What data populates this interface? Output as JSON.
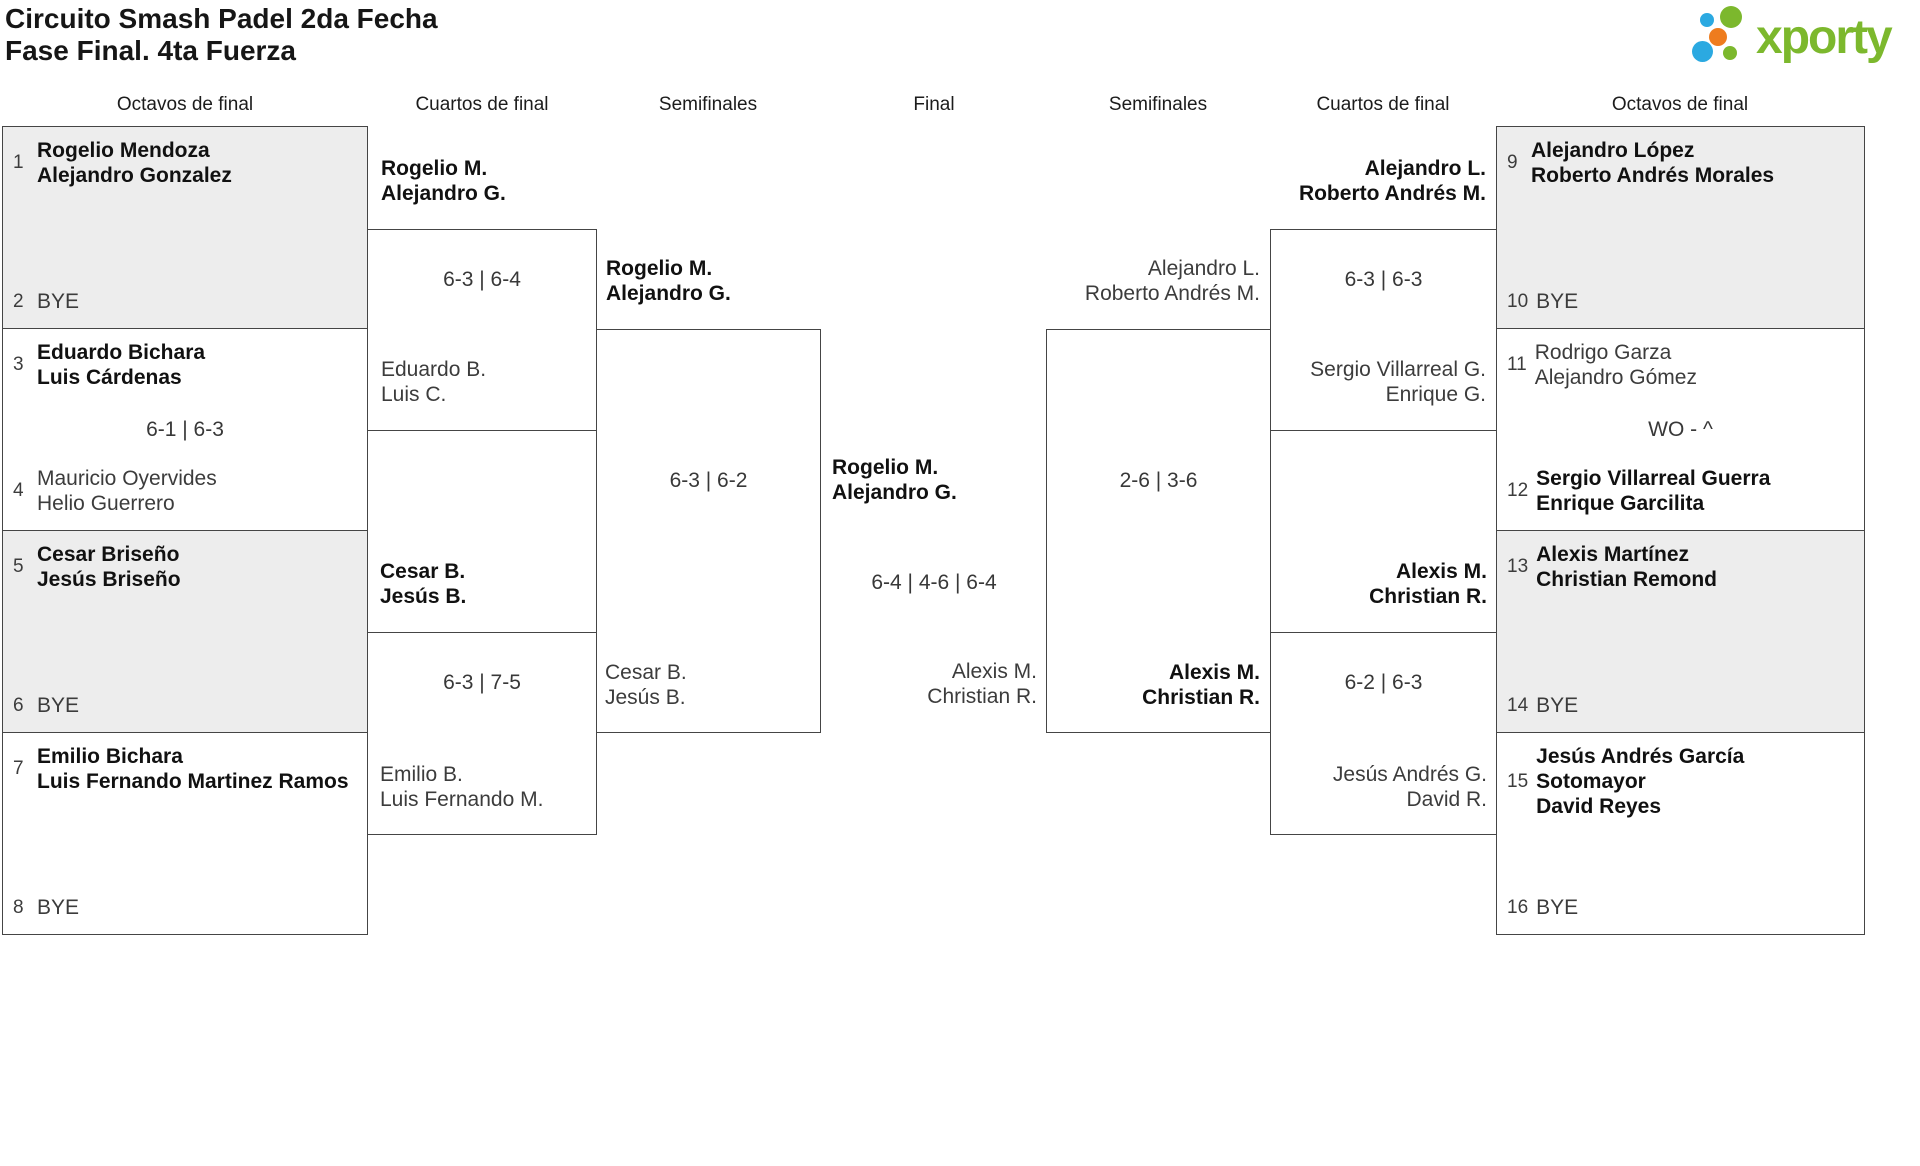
{
  "header": {
    "title_line1": "Circuito Smash Padel 2da Fecha",
    "title_line2": "Fase Final. 4ta Fuerza",
    "logo_text": "xporty",
    "logo_colors": {
      "green": "#7cb82d",
      "blue": "#2ba9e1",
      "orange": "#ee7c1e"
    }
  },
  "round_labels": [
    "Octavos de final",
    "Cuartos de final",
    "Semifinales",
    "Final",
    "Semifinales",
    "Cuartos de final",
    "Octavos de final"
  ],
  "octavos_left": [
    {
      "top_seed": "1",
      "top": [
        "Rogelio Mendoza",
        "Alejandro Gonzalez"
      ],
      "bottom_seed": "2",
      "bottom": [
        "BYE"
      ]
    },
    {
      "top_seed": "3",
      "top": [
        "Eduardo Bichara",
        "Luis Cárdenas"
      ],
      "score": "6-1 | 6-3",
      "bottom_seed": "4",
      "bottom": [
        "Mauricio Oyervides",
        "Helio Guerrero"
      ]
    },
    {
      "top_seed": "5",
      "top": [
        "Cesar Briseño",
        "Jesús Briseño"
      ],
      "bottom_seed": "6",
      "bottom": [
        "BYE"
      ]
    },
    {
      "top_seed": "7",
      "top": [
        "Emilio Bichara",
        "Luis Fernando Martinez Ramos"
      ],
      "bottom_seed": "8",
      "bottom": [
        "BYE"
      ]
    }
  ],
  "octavos_right": [
    {
      "top_seed": "9",
      "top": [
        "Alejandro López",
        "Roberto Andrés Morales"
      ],
      "bottom_seed": "10",
      "bottom": [
        "BYE"
      ]
    },
    {
      "top_seed": "11",
      "top": [
        "Rodrigo Garza",
        "Alejandro Gómez"
      ],
      "score": "WO - ^",
      "bottom_seed": "12",
      "bottom": [
        "Sergio Villarreal Guerra",
        "Enrique Garcilita"
      ]
    },
    {
      "top_seed": "13",
      "top": [
        "Alexis Martínez",
        "Christian Remond"
      ],
      "bottom_seed": "14",
      "bottom": [
        "BYE"
      ]
    },
    {
      "top_seed": "15",
      "top": [
        "Jesús Andrés García Sotomayor",
        "David Reyes"
      ],
      "bottom_seed": "16",
      "bottom": [
        "BYE"
      ]
    }
  ],
  "cuartos_left": [
    {
      "winner": [
        "Rogelio M.",
        "Alejandro G."
      ],
      "score": "6-3 | 6-4",
      "loser": [
        "Eduardo B.",
        "Luis C."
      ]
    },
    {
      "winner": [
        "Cesar B.",
        "Jesús B."
      ],
      "score": "6-3 | 7-5",
      "loser": [
        "Emilio B.",
        "Luis Fernando M."
      ]
    }
  ],
  "semifinal_left": {
    "winner": [
      "Rogelio M.",
      "Alejandro G."
    ],
    "score": "6-3 | 6-2",
    "loser": [
      "Cesar B.",
      "Jesús B."
    ]
  },
  "final": {
    "winner": [
      "Rogelio M.",
      "Alejandro G."
    ],
    "score": "6-4 | 4-6 | 6-4",
    "runner_up": [
      "Alexis M.",
      "Christian R."
    ]
  },
  "semifinal_right": {
    "loser": [
      "Alejandro L.",
      "Roberto Andrés M."
    ],
    "score": "2-6 | 3-6",
    "winner": [
      "Alexis M.",
      "Christian R."
    ]
  },
  "cuartos_right": [
    {
      "winner": [
        "Alejandro L.",
        "Roberto Andrés M."
      ],
      "score": "6-3 | 6-3",
      "loser": [
        "Sergio Villarreal G.",
        "Enrique G."
      ]
    },
    {
      "winner": [
        "Alexis M.",
        "Christian R."
      ],
      "score": "6-2 | 6-3",
      "loser": [
        "Jesús Andrés G.",
        "David R."
      ]
    }
  ]
}
